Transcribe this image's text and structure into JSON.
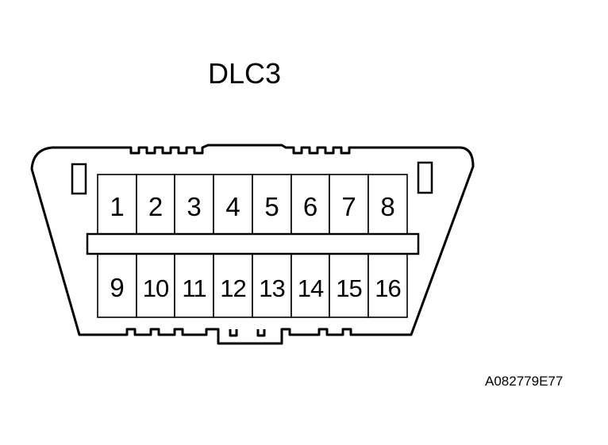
{
  "title": "DLC3",
  "reference_code": "A082779E77",
  "pins": {
    "top_row": [
      "1",
      "2",
      "3",
      "4",
      "5",
      "6",
      "7",
      "8"
    ],
    "bottom_row": [
      "9",
      "10",
      "11",
      "12",
      "13",
      "14",
      "15",
      "16"
    ]
  }
}
